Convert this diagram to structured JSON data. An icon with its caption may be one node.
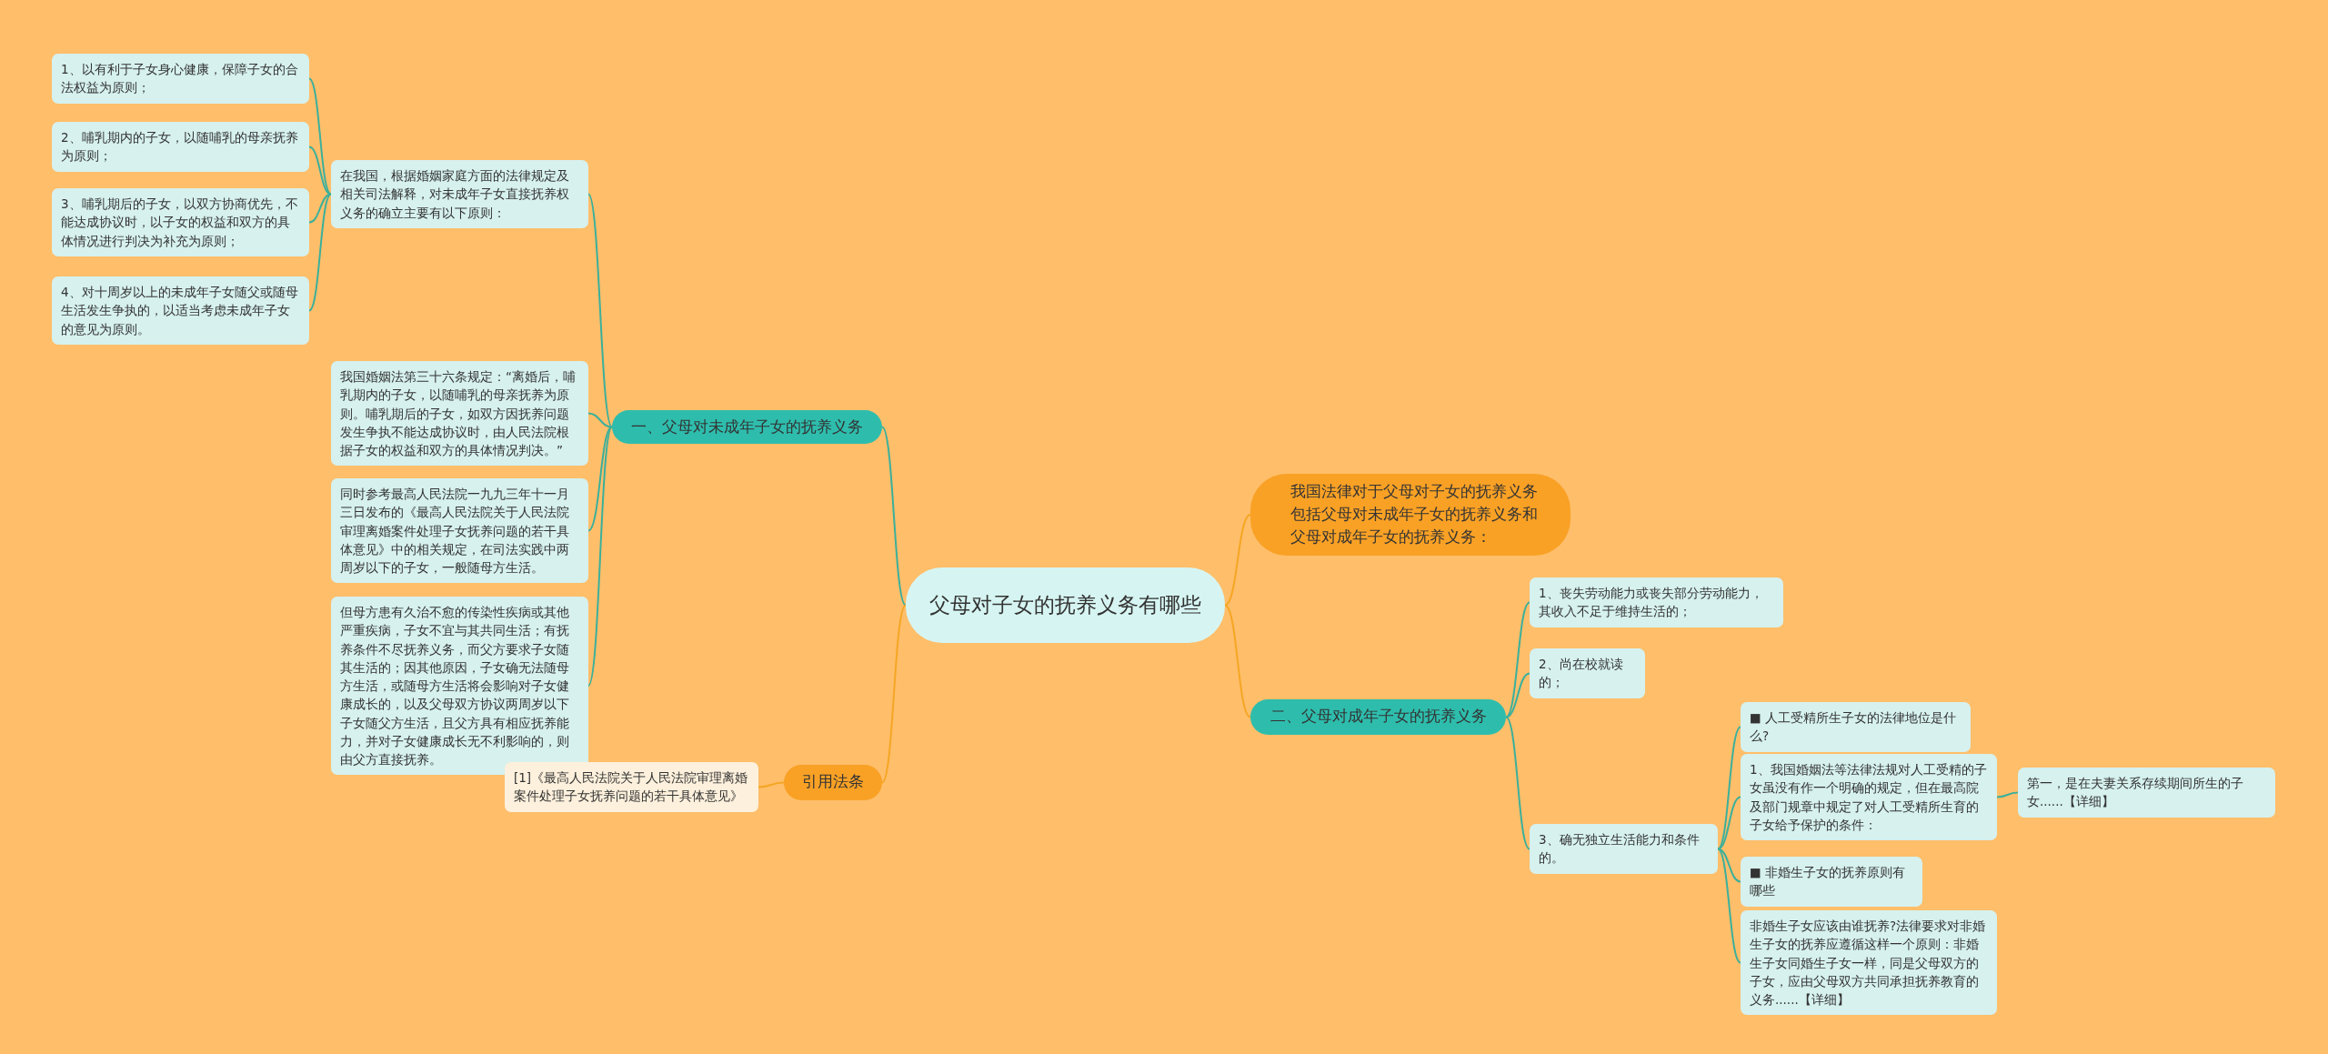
{
  "diagram": {
    "nodes": [
      {
        "text": [
          "父母对子女的抚养义务有哪些"
        ]
      },
      {
        "text": [
          "一、父母对未成年子女的抚养义务"
        ]
      },
      {
        "text": [
          "在我国，根据婚姻家庭方面的法律规定及相关司法解释，对未成年子女直接抚养权义务的确立主要有以下原则："
        ]
      },
      {
        "text": [
          "1、以有利于子女身心健康，保障子女的合法权益为原则；"
        ]
      },
      {
        "text": [
          "2、哺乳期内的子女，以随哺乳的母亲抚养为原则；"
        ]
      },
      {
        "text": [
          "3、哺乳期后的子女，以双方协商优先，不能达成协议时，以子女的权益和双方的具体情况进行判决为补充为原则；"
        ]
      },
      {
        "text": [
          "4、对十周岁以上的未成年子女随父或随母生活发生争执的，以适当考虑未成年子女的意见为原则。"
        ]
      },
      {
        "text": [
          "我国婚姻法第三十六条规定：“离婚后，哺乳期内的子女，以随哺乳的母亲抚养为原则。哺乳期后的子女，如双方因抚养问题发生争执不能达成协议时，由人民法院根据子女的权益和双方的具体情况判决。”"
        ]
      },
      {
        "text": [
          "同时参考最高人民法院一九九三年十一月三日发布的《最高人民法院关于人民法院审理离婚案件处理子女抚养问题的若干具体意见》中的相关规定，在司法实践中两周岁以下的子女，一般随母方生活。"
        ]
      },
      {
        "text": [
          "但母方患有久治不愈的传染性疾病或其他严重疾病，子女不宜与其共同生活；有抚养条件不尽抚养义务，而父方要求子女随其生活的；因其他原因，子女确无法随母方生活，或随母方生活将会影响对子女健康成长的，以及父母双方协议两周岁以下子女随父方生活，且父方具有相应抚养能力，并对子女健康成长无不利影响的，则由父方直接抚养。"
        ]
      },
      {
        "text": [
          "我国法律对于父母对子女的抚养义务包括父母对未成年子女的抚养义务和父母对成年子女的抚养义务："
        ]
      },
      {
        "text": [
          "二、父母对成年子女的抚养义务"
        ]
      },
      {
        "text": [
          "1、丧失劳动能力或丧失部分劳动能力，其收入不足于维持生活的；"
        ]
      },
      {
        "text": [
          "2、尚在校就读的；"
        ]
      },
      {
        "text": [
          "3、确无独立生活能力和条件的。"
        ]
      },
      {
        "text": [
          "■ 人工受精所生子女的法律地位是什么?"
        ]
      },
      {
        "text": [
          "1、我国婚姻法等法律法规对人工受精的子女虽没有作一个明确的规定，但在最高院及部门规章中规定了对人工受精所生育的子女给予保护的条件："
        ]
      },
      {
        "text": [
          "第一，是在夫妻关系存续期间所生的子女......【详细】"
        ]
      },
      {
        "text": [
          "■ 非婚生子女的抚养原则有哪些"
        ]
      },
      {
        "text": [
          "非婚生子女应该由谁抚养?法律要求对非婚生子女的抚养应遵循这样一个原则：非婚生子女同婚生子女一样，同是父母双方的子女，应由父母双方共同承担抚养教育的义务......【详细】"
        ]
      },
      {
        "text": [
          "引用法条"
        ]
      },
      {
        "text": [
          "[1]《最高人民法院关于人民法院审理离婚案件处理子女抚养问题的若干具体意见》"
        ]
      }
    ],
    "edges": [
      {
        "from": 0,
        "to": 1,
        "arrow": "none"
      },
      {
        "from": 0,
        "to": 10,
        "arrow": "none",
        "color": "#f5a623"
      },
      {
        "from": 0,
        "to": 11,
        "arrow": "none",
        "color": "#f5a623"
      },
      {
        "from": 0,
        "to": 20,
        "arrow": "none",
        "color": "#f5a623"
      },
      {
        "from": 1,
        "to": 2,
        "arrow": "none"
      },
      {
        "from": 1,
        "to": 7,
        "arrow": "none"
      },
      {
        "from": 1,
        "to": 8,
        "arrow": "none"
      },
      {
        "from": 1,
        "to": 9,
        "arrow": "none"
      },
      {
        "from": 2,
        "to": 3,
        "arrow": "none"
      },
      {
        "from": 2,
        "to": 4,
        "arrow": "none"
      },
      {
        "from": 2,
        "to": 5,
        "arrow": "none"
      },
      {
        "from": 2,
        "to": 6,
        "arrow": "none"
      },
      {
        "from": 11,
        "to": 12,
        "arrow": "none"
      },
      {
        "from": 11,
        "to": 13,
        "arrow": "none"
      },
      {
        "from": 11,
        "to": 14,
        "arrow": "none"
      },
      {
        "from": 14,
        "to": 15,
        "arrow": "none"
      },
      {
        "from": 14,
        "to": 16,
        "arrow": "none"
      },
      {
        "from": 14,
        "to": 18,
        "arrow": "none"
      },
      {
        "from": 14,
        "to": 19,
        "arrow": "none"
      },
      {
        "from": 16,
        "to": 17,
        "arrow": "none"
      },
      {
        "from": 20,
        "to": 21,
        "arrow": "none",
        "color": "#f5a623"
      }
    ]
  }
}
